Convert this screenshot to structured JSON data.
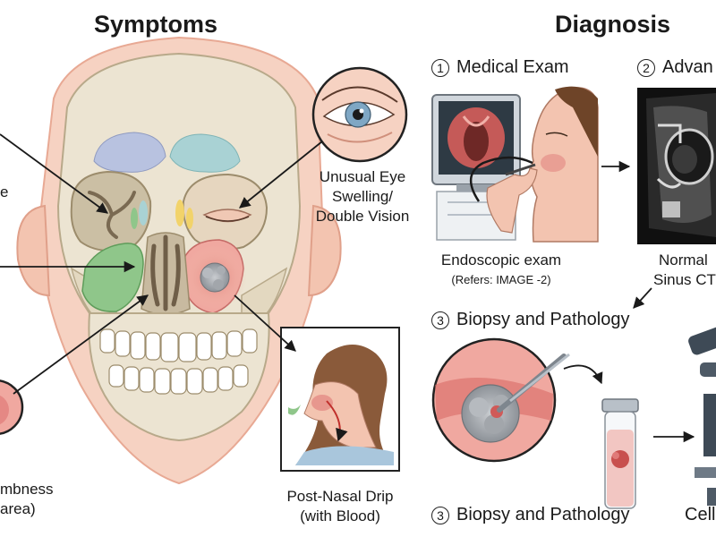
{
  "titles": {
    "symptoms": "Symptoms",
    "diagnosis": "Diagnosis"
  },
  "symptoms": {
    "left_cut_1": "e",
    "eye": [
      "Unusual Eye",
      "Swelling/",
      "Double Vision"
    ],
    "numbness": [
      "mbness",
      "area)"
    ],
    "drip": [
      "Post-Nasal Drip",
      "(with Blood)"
    ]
  },
  "diagnosis": {
    "step1": {
      "num": "1",
      "label": "Medical Exam"
    },
    "step2": {
      "num": "2",
      "label": "Advan"
    },
    "step3a": {
      "num": "3",
      "label": "Biopsy and Pathology"
    },
    "step3b": {
      "num": "3",
      "label": "Biopsy and Pathology"
    },
    "endo_caption": "Endoscopic exam",
    "endo_ref": "(Refers: IMAGE -2)",
    "ct_caption": [
      "Normal",
      "Sinus CT"
    ],
    "cell_caption": "Cell"
  },
  "colors": {
    "bone": "#ece4d2",
    "bone_shade": "#d9ccb0",
    "skin": "#f3c4b0",
    "sinus_blue": "#b8c2e0",
    "sinus_teal": "#a9d2d4",
    "sinus_green": "#8fc68a",
    "sinus_yellow": "#f2d36a",
    "tumor_red": "#d95a58",
    "tumor_grey": "#9ba0a6"
  }
}
